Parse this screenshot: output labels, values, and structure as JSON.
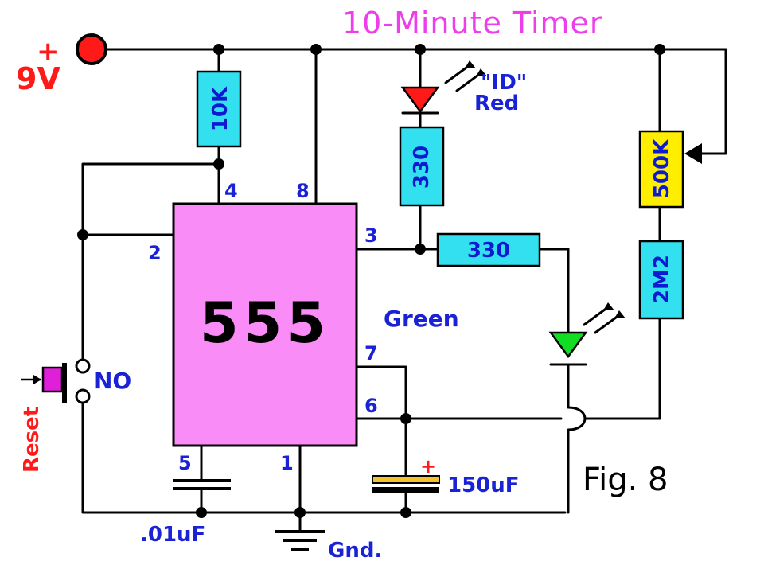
{
  "title": "10-Minute Timer",
  "figure_label": "Fig. 8",
  "supply": {
    "plus": "+",
    "voltage": "9V"
  },
  "chip": {
    "label": "555"
  },
  "pins": {
    "p1": "1",
    "p2": "2",
    "p3": "3",
    "p4": "4",
    "p5": "5",
    "p6": "6",
    "p7": "7",
    "p8": "8"
  },
  "resistors": {
    "r_10k": "10K",
    "r_330_led": "330",
    "r_330_out": "330",
    "pot_500k": "500K",
    "r_2m2": "2M2"
  },
  "leds": {
    "red_line1": "\"ID\"",
    "red_line2": "Red",
    "green": "Green"
  },
  "capacitors": {
    "c_timing": "150uF",
    "c_timing_plus": "+",
    "c_control": ".01uF"
  },
  "switch": {
    "label": "NO",
    "reset": "Reset"
  },
  "ground": {
    "label": "Gnd."
  },
  "colors": {
    "chip": "#f98cf7",
    "resistor": "#33e0f0",
    "pot": "#ffee00",
    "red_led": "#ff1a1a",
    "green_led": "#11dd22",
    "title": "#ee3dea",
    "labels": "#1a22d6",
    "capacitor": "#f2c230",
    "switch": "#e020d8"
  }
}
